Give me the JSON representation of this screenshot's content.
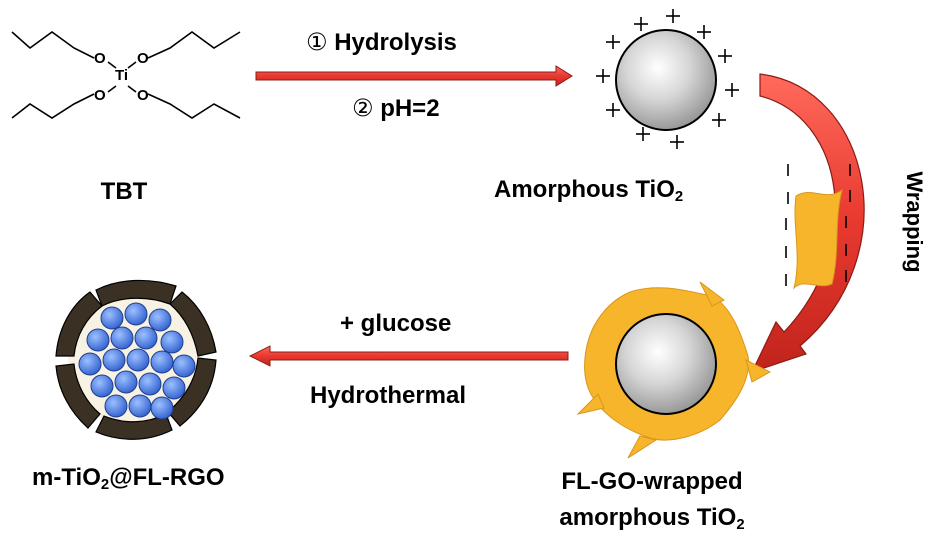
{
  "tbt": {
    "label": "TBT",
    "atoms": {
      "ti": "Ti",
      "o": "O"
    }
  },
  "step1": {
    "line1_marker": "①",
    "line1_text": "Hydrolysis",
    "line2_marker": "②",
    "line2_text": "pH=2"
  },
  "amorphous": {
    "text": "Amorphous TiO",
    "sub": "2"
  },
  "wrapping": {
    "text": "Wrapping"
  },
  "step3": {
    "top": "+ glucose",
    "bottom": "Hydrothermal"
  },
  "wrapped": {
    "line1": "FL-GO-wrapped",
    "line2": "amorphous TiO",
    "sub": "2"
  },
  "product": {
    "text_a": "m-TiO",
    "sub": "2",
    "text_b": "@FL-RGO"
  },
  "colors": {
    "arrow_red": "#e8392f",
    "arrow_edge": "#8a1c16",
    "sheet_orange": "#f7b52c",
    "nanoparticle_blue": "#4a7be0",
    "rgo_dark": "#3a3024"
  }
}
